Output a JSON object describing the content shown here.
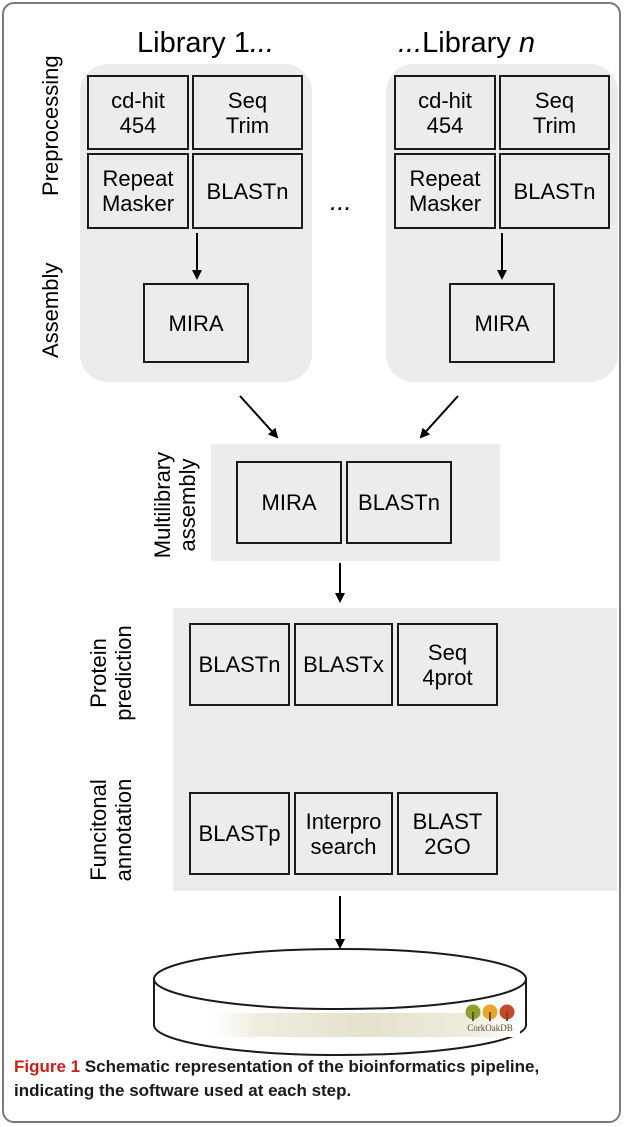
{
  "libraries": {
    "left_title_main": "Library 1",
    "left_title_suffix": "...",
    "right_title_prefix": "...",
    "right_title_main": "Library ",
    "right_title_n": "n",
    "between_dots": "..."
  },
  "stages": {
    "preprocessing": "Preprocessing",
    "assembly": "Assembly",
    "multilibrary_line1": "Multilibrary",
    "multilibrary_line2": "assembly",
    "protein_line1": "Protein",
    "protein_line2": "prediction",
    "functional_line1": "Funcitonal",
    "functional_line2": "annotation"
  },
  "tools": {
    "cdhit_1": "cd-hit",
    "cdhit_2": "454",
    "seqtrim_1": "Seq",
    "seqtrim_2": "Trim",
    "repeat_1": "Repeat",
    "repeat_2": "Masker",
    "blastn": "BLASTn",
    "mira": "MIRA",
    "blastx": "BLASTx",
    "seq4prot_1": "Seq",
    "seq4prot_2": "4prot",
    "blastp": "BLASTp",
    "interpro_1": "Interpro",
    "interpro_2": "search",
    "blast2go_1": "BLAST",
    "blast2go_2": "2GO"
  },
  "database": {
    "logo_text": "CorkOakDB"
  },
  "caption": {
    "label": "Figure 1",
    "text": " Schematic representation of the bioinformatics pipeline, indicating the software used at each step."
  }
}
